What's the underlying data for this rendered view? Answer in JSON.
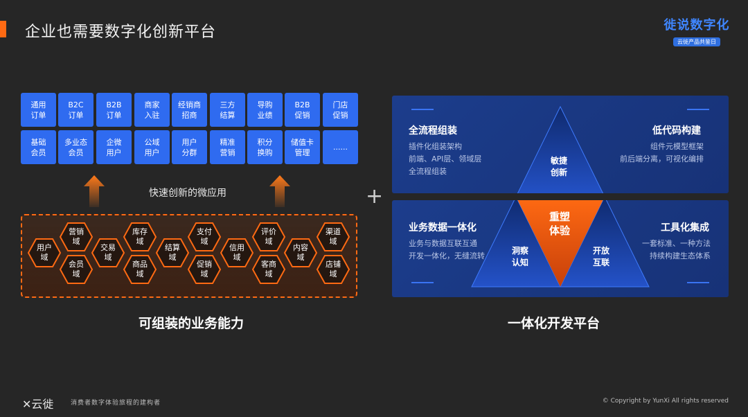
{
  "slide_title": "企业也需要数字化创新平台",
  "logo": {
    "line1": "徙说数字化",
    "line2": "云徙产品共鉴日"
  },
  "tiles": [
    [
      "通用\n订单",
      "B2C\n订单",
      "B2B\n订单",
      "商家\n入驻",
      "经销商\n招商",
      "三方\n结算",
      "导购\n业绩",
      "B2B\n促销",
      "门店\n促销"
    ],
    [
      "基础\n会员",
      "多业态\n会员",
      "企微\n用户",
      "公域\n用户",
      "用户\n分群",
      "精准\n营销",
      "积分\n换购",
      "储值卡\n管理",
      "......"
    ]
  ],
  "micro_app_label": "快速创新的微应用",
  "hexagons": [
    "用户\n域",
    "营销\n域",
    "会员\n域",
    "交易\n域",
    "库存\n域",
    "商品\n域",
    "结算\n域",
    "支付\n域",
    "促销\n域",
    "信用\n域",
    "评价\n域",
    "客商\n域",
    "内容\n域",
    "渠道\n域",
    "店铺\n域"
  ],
  "left_caption": "可组装的业务能力",
  "plus_sign": "+",
  "panels": {
    "top_left": {
      "title": "全流程组装",
      "desc": "插件化组装架构\n前端、API层、领域层\n全流程组装"
    },
    "top_right": {
      "title": "低代码构建",
      "desc": "组件元模型框架\n前后端分离，可视化编排"
    },
    "bottom_left": {
      "title": "业务数据一体化",
      "desc": "业务与数据互联互通\n开发一体化，无缝流转"
    },
    "bottom_right": {
      "title": "工具化集成",
      "desc": "一套标准、一种方法\n持续构建生态体系"
    }
  },
  "triangle_labels": {
    "top": "敏捷\n创新",
    "center": "重塑\n体验",
    "left": "洞察\n认知",
    "right": "开放\n互联"
  },
  "right_caption": "一体化开发平台",
  "footer": {
    "brand": "云徙",
    "slogan": "消费者数字体验旅程的建构者",
    "copyright": "© Copyright by YunXi All rights reserved"
  },
  "colors": {
    "accent_orange": "#ff6a13",
    "tile_blue": "#2f6bf0",
    "panel_blue": "#1c3d8c",
    "background": "#262626"
  }
}
